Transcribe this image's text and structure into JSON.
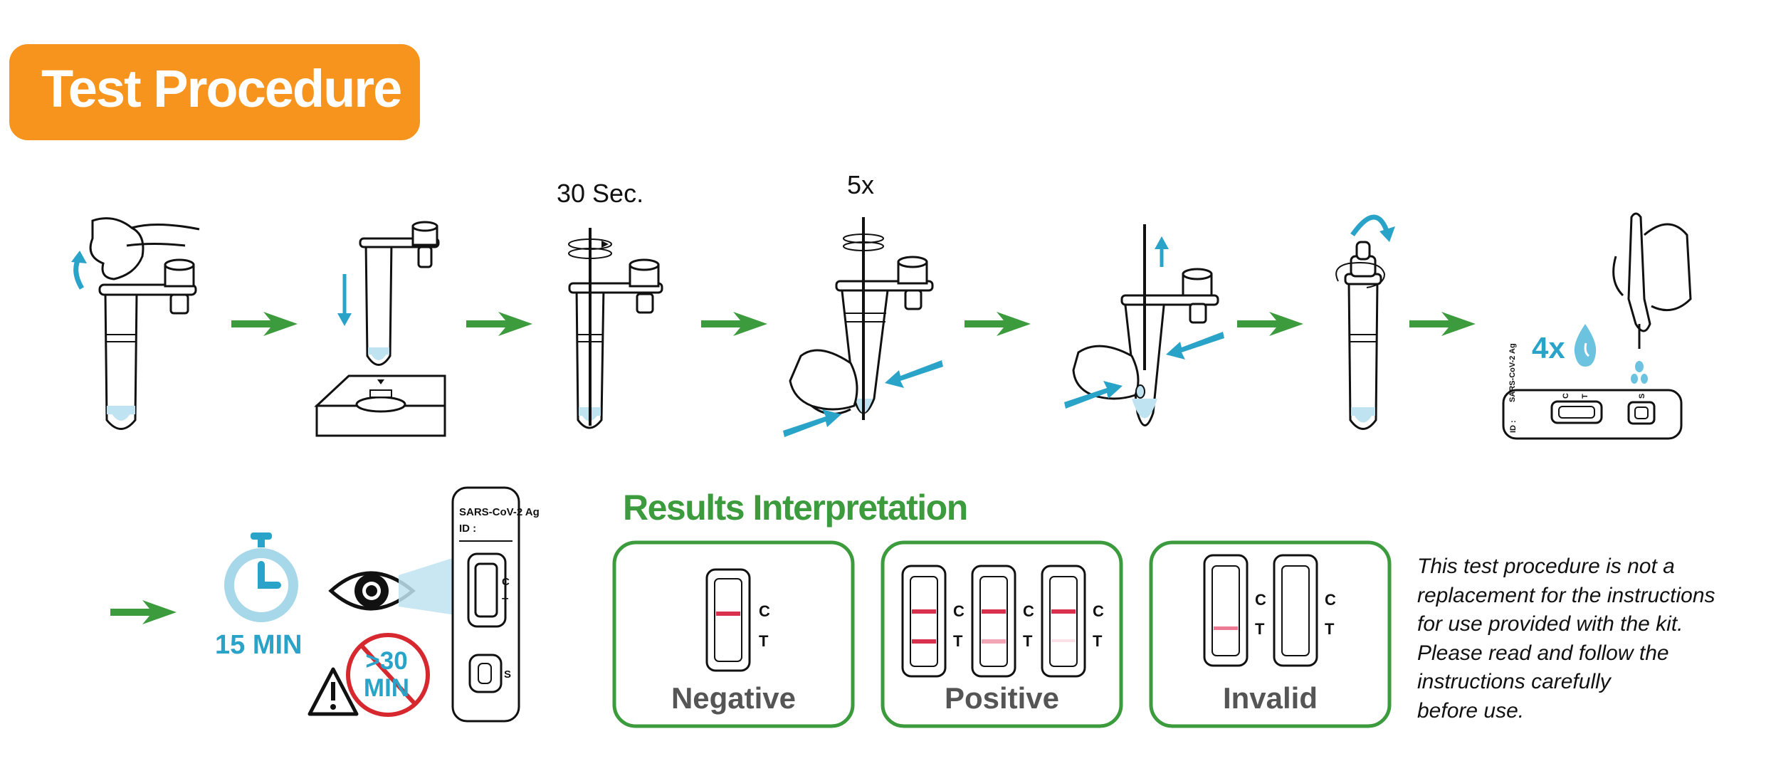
{
  "header": {
    "title": "Test Procedure"
  },
  "steps": {
    "step3_time": "30 Sec.",
    "step4_count": "5x",
    "step7_drops": "4x"
  },
  "timer": {
    "label": "15 MIN"
  },
  "warning": {
    "line1": ">30",
    "line2": "MIN"
  },
  "device": {
    "brand": "SARS-CoV-2 Ag",
    "id_label": "ID :",
    "c": "C",
    "t": "T",
    "s": "S"
  },
  "results": {
    "title": "Results Interpretation",
    "negative": "Negative",
    "positive": "Positive",
    "invalid": "Invalid",
    "c": "C",
    "t": "T"
  },
  "note": {
    "lines": [
      "This test procedure is not a",
      "replacement for the instructions",
      "for use provided with the kit.",
      "Please read and follow the",
      "instructions carefully",
      "before use."
    ]
  },
  "colors": {
    "title_bg": "#f7941d",
    "arrow_green": "#3c9b3d",
    "accent_blue": "#2aa3c9",
    "liquid": "#bfe3f0",
    "result_line": "#d9304e",
    "no_sign_red": "#d8282f"
  }
}
